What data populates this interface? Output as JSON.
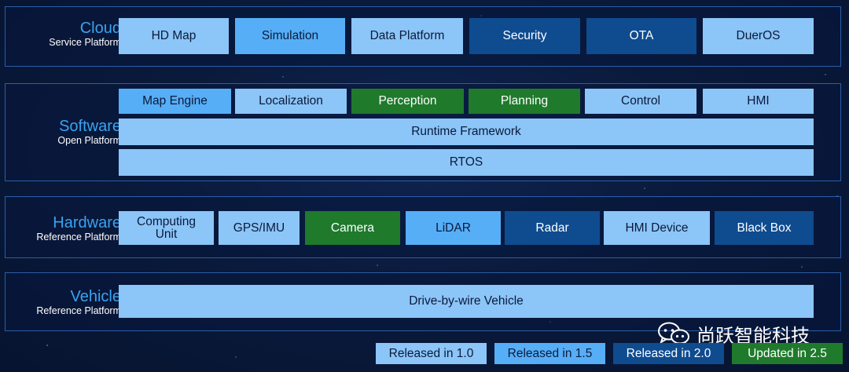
{
  "layers": [
    {
      "title": "Cloud",
      "subtitle": "Service Platform",
      "boxes": [
        "HD Map",
        "Simulation",
        "Data Platform",
        "Security",
        "OTA",
        "DuerOS"
      ]
    },
    {
      "title": "Software",
      "subtitle": "Open Platform",
      "boxes": [
        "Map Engine",
        "Localization",
        "Perception",
        "Planning",
        "Control",
        "HMI",
        "Runtime Framework",
        "RTOS"
      ]
    },
    {
      "title": "Hardware",
      "subtitle": "Reference Platform",
      "boxes": [
        "Computing\nUnit",
        "GPS/IMU",
        "Camera",
        "LiDAR",
        "Radar",
        "HMI Device",
        "Black Box"
      ]
    },
    {
      "title": "Vehicle",
      "subtitle": "Reference Platform",
      "boxes": [
        "Drive-by-wire Vehicle"
      ]
    }
  ],
  "legend": [
    "Released in 1.0",
    "Released in 1.5",
    "Released in 2.0",
    "Updated in 2.5"
  ],
  "colors": {
    "released_1_0": "#8cc5f7",
    "released_1_5": "#56aef6",
    "released_2_0": "#0f4b8f",
    "updated_2_5": "#1f7a2c"
  },
  "watermark": {
    "icon": "wechat-icon",
    "text": "尚跃智能科技"
  }
}
